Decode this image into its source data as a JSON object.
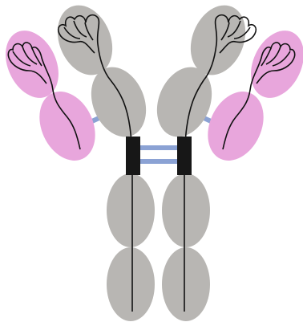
{
  "diagram": {
    "subject": "antibody",
    "colors": {
      "heavy_chain": "#b8b6b3",
      "light_chain": "#e8a6dc",
      "disulfide_bond": "#8ba2d4",
      "hinge": "#171717",
      "outline": "#111111",
      "background": "#ffffff"
    },
    "parts": [
      "heavy-chain-left",
      "heavy-chain-right",
      "light-chain-left",
      "light-chain-right",
      "hinge-left",
      "hinge-right",
      "disulfide-bond-top",
      "disulfide-bond-bottom"
    ]
  }
}
